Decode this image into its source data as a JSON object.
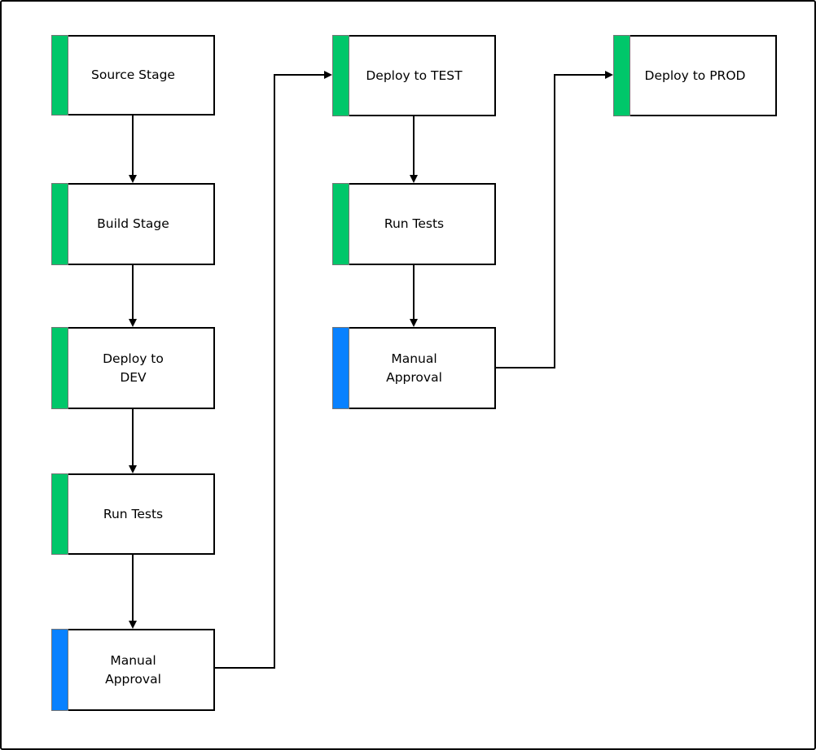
{
  "diagram": {
    "type": "flowchart",
    "background": "#ffffff",
    "colors": {
      "stage_accent": "#00C76A",
      "approval_accent": "#0881FF",
      "box_border": "#000000",
      "accent_outline": "#757575",
      "connector": "#000000",
      "text": "#000000"
    },
    "nodes": [
      {
        "id": "source-stage",
        "label": "Source Stage",
        "accent": "#00C76A",
        "column": 1
      },
      {
        "id": "build-stage",
        "label": "Build Stage",
        "accent": "#00C76A",
        "column": 1
      },
      {
        "id": "deploy-to-dev",
        "label": "Deploy to\nDEV",
        "accent": "#00C76A",
        "column": 1
      },
      {
        "id": "run-tests-dev",
        "label": "Run Tests",
        "accent": "#00C76A",
        "column": 1
      },
      {
        "id": "manual-approval-dev",
        "label": "Manual\nApproval",
        "accent": "#0881FF",
        "column": 1
      },
      {
        "id": "deploy-to-test",
        "label": "Deploy to TEST",
        "accent": "#00C76A",
        "column": 2
      },
      {
        "id": "run-tests-test",
        "label": "Run Tests",
        "accent": "#00C76A",
        "column": 2
      },
      {
        "id": "manual-approval-test",
        "label": "Manual\nApproval",
        "accent": "#0881FF",
        "column": 2
      },
      {
        "id": "deploy-to-prod",
        "label": "Deploy to PROD",
        "accent": "#00C76A",
        "column": 3
      }
    ],
    "edges": [
      {
        "from": "source-stage",
        "to": "build-stage",
        "shape": "straight-down"
      },
      {
        "from": "build-stage",
        "to": "deploy-to-dev",
        "shape": "straight-down"
      },
      {
        "from": "deploy-to-dev",
        "to": "run-tests-dev",
        "shape": "straight-down"
      },
      {
        "from": "run-tests-dev",
        "to": "manual-approval-dev",
        "shape": "straight-down"
      },
      {
        "from": "manual-approval-dev",
        "to": "deploy-to-test",
        "shape": "elbow-right-up-right"
      },
      {
        "from": "deploy-to-test",
        "to": "run-tests-test",
        "shape": "straight-down"
      },
      {
        "from": "run-tests-test",
        "to": "manual-approval-test",
        "shape": "straight-down"
      },
      {
        "from": "manual-approval-test",
        "to": "deploy-to-prod",
        "shape": "elbow-right-up-right"
      }
    ]
  }
}
